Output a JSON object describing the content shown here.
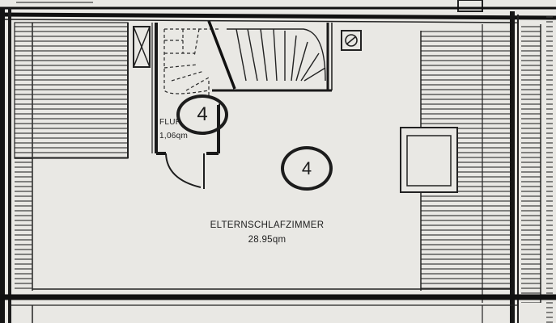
{
  "floor_plan": {
    "main_room": {
      "name": "ELTERNSCHLAFZIMMER",
      "area": "28.95qm",
      "number": "4"
    },
    "hallway": {
      "name": "FLUR",
      "area": "1,06qm",
      "number": "4"
    }
  }
}
